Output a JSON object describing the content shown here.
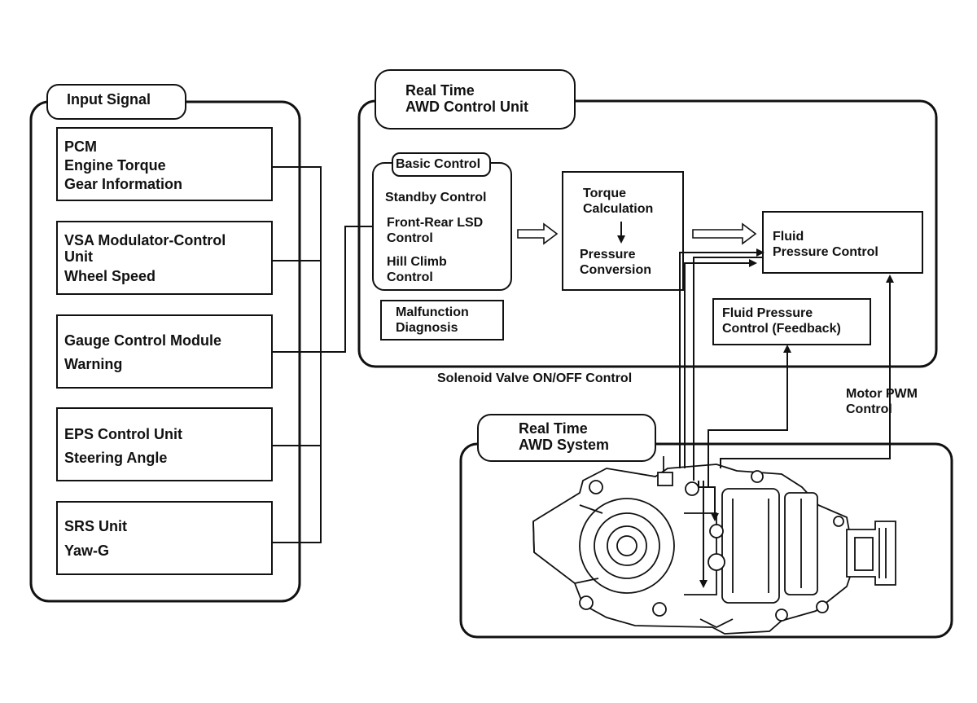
{
  "input_signal": {
    "title": "Input Signal",
    "boxes": [
      {
        "lines": [
          "PCM",
          "Engine Torque",
          "Gear Information"
        ]
      },
      {
        "lines": [
          "VSA Modulator-Control",
          "Unit",
          "Wheel Speed"
        ]
      },
      {
        "lines": [
          "Gauge Control Module",
          "Warning"
        ]
      },
      {
        "lines": [
          "EPS Control Unit",
          "Steering Angle"
        ]
      },
      {
        "lines": [
          "SRS Unit",
          "Yaw-G"
        ]
      }
    ]
  },
  "control_unit": {
    "title_lines": [
      "Real Time",
      "AWD Control Unit"
    ],
    "basic_control": {
      "title": "Basic Control",
      "items": [
        "Standby Control",
        "Front-Rear LSD",
        "Control",
        "Hill Climb",
        "Control"
      ]
    },
    "malfunction_lines": [
      "Malfunction",
      "Diagnosis"
    ],
    "torque_lines": [
      "Torque",
      "Calculation"
    ],
    "pressure_lines": [
      "Pressure",
      "Conversion"
    ],
    "fluid_pressure_control_lines": [
      "Fluid",
      "Pressure Control"
    ],
    "feedback_lines": [
      "Fluid Pressure",
      "Control (Feedback)"
    ]
  },
  "solenoid_label": "Solenoid Valve ON/OFF Control",
  "motor_pwm_lines": [
    "Motor PWM",
    "Control"
  ],
  "system": {
    "title_lines": [
      "Real Time",
      "AWD System"
    ]
  }
}
